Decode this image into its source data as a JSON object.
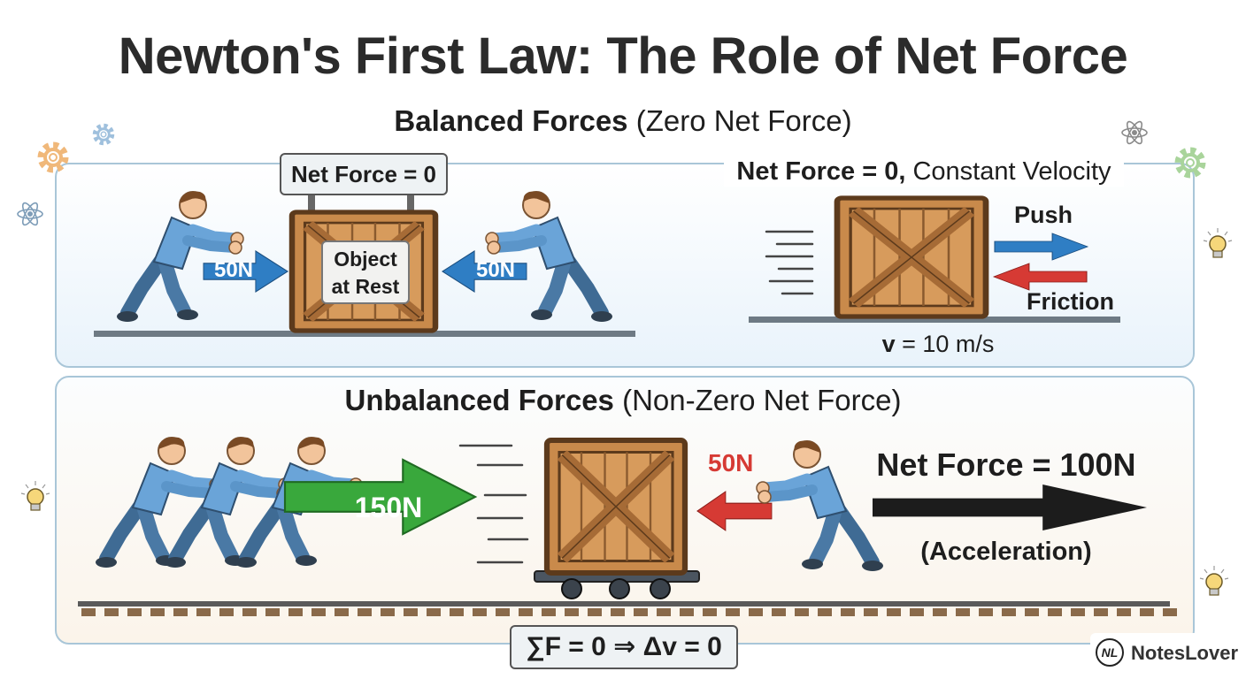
{
  "title": "Newton's First Law: The Role of Net Force",
  "balanced": {
    "heading_bold": "Balanced Forces",
    "heading_rest": "(Zero Net Force)",
    "sign": "Net Force = 0",
    "object_label_line1": "Object",
    "object_label_line2": "at Rest",
    "left_force": "50N",
    "right_force": "50N"
  },
  "constant_velocity": {
    "title_bold": "Net Force = 0,",
    "title_rest": "Constant Velocity",
    "push_label": "Push",
    "friction_label": "Friction",
    "velocity_symbol": "v",
    "velocity_rest": "= 10 m/s"
  },
  "unbalanced": {
    "heading_bold": "Unbalanced Forces",
    "heading_rest": "(Non-Zero Net Force)",
    "push_force": "150N",
    "opposing_force": "50N",
    "net_force": "Net Force = 100N",
    "result": "(Acceleration)"
  },
  "formula": "∑F = 0 ⇒ Δv = 0",
  "brand": {
    "logo": "NL",
    "name": "NotesLover"
  },
  "colors": {
    "blue_arrow": "#2f7ec4",
    "red_arrow": "#d63a34",
    "green_arrow": "#39a83c",
    "black_arrow": "#1c1c1c",
    "crate": "#c98a4b",
    "shirt": "#6aa4d8",
    "jeans": "#3f6b94",
    "panel_border": "#a9c6d8"
  },
  "icons": [
    "gear-icon",
    "atom-icon",
    "lightbulb-icon",
    "person-pushing-icon",
    "crate-icon",
    "cart-icon",
    "rail-track-icon",
    "speed-lines-icon"
  ]
}
